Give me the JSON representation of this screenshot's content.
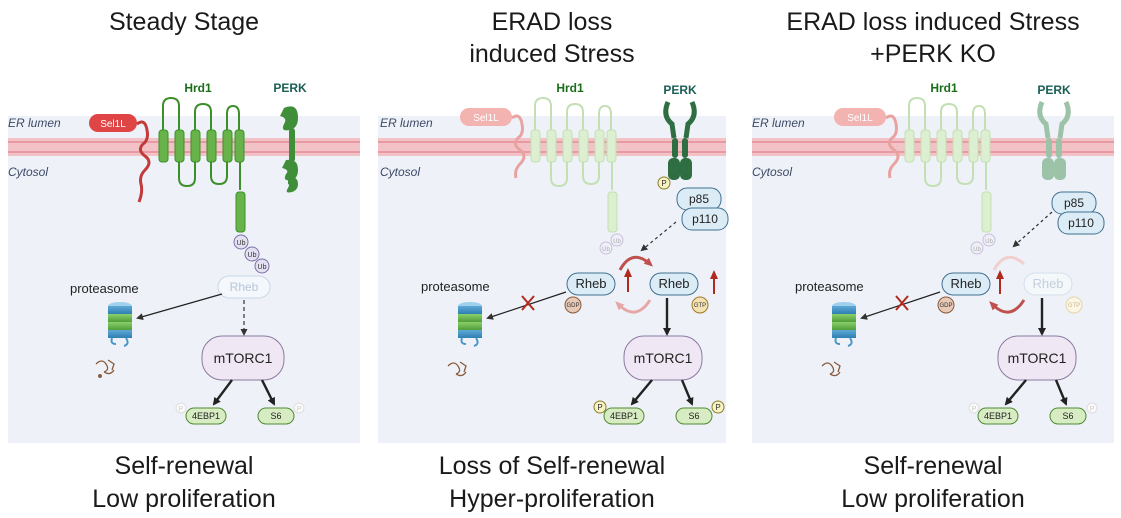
{
  "panels": [
    {
      "title_line1": "Steady Stage",
      "title_line2": "",
      "footer_line1": "Self-renewal",
      "footer_line2": "Low proliferation",
      "er_label": "ER lumen",
      "cytosol_label": "Cytosol",
      "sel1l_label": "Sel1L",
      "hrd1_label": "Hrd1",
      "perk_label": "PERK",
      "ub_label": "Ub",
      "rheb_label": "Rheb",
      "proteasome_label": "proteasome",
      "mtorc1_label": "mTORC1",
      "eb4_label": "4EBP1",
      "s6_label": "S6",
      "p_label": "P"
    },
    {
      "title_line1": "ERAD loss",
      "title_line2": "induced Stress",
      "footer_line1": "Loss of Self-renewal",
      "footer_line2": "Hyper-proliferation",
      "er_label": "ER lumen",
      "cytosol_label": "Cytosol",
      "sel1l_label": "Sel1L",
      "hrd1_label": "Hrd1",
      "perk_label": "PERK",
      "ub_label": "Ub",
      "p85_label": "p85",
      "p110_label": "p110",
      "rheb_gdp_label": "Rheb",
      "rheb_gtp_label": "Rheb",
      "gdp_label": "GDP",
      "gtp_label": "GTP",
      "proteasome_label": "proteasome",
      "mtorc1_label": "mTORC1",
      "eb4_label": "4EBP1",
      "s6_label": "S6",
      "p_label": "P"
    },
    {
      "title_line1": "ERAD loss induced Stress",
      "title_line2": "+PERK KO",
      "footer_line1": "Self-renewal",
      "footer_line2": "Low proliferation",
      "er_label": "ER lumen",
      "cytosol_label": "Cytosol",
      "sel1l_label": "Sel1L",
      "hrd1_label": "Hrd1",
      "perk_label": "PERK",
      "ub_label": "Ub",
      "p85_label": "p85",
      "p110_label": "p110",
      "rheb_gdp_label": "Rheb",
      "rheb_gtp_label": "Rheb",
      "gdp_label": "GDP",
      "gtp_label": "GTP",
      "proteasome_label": "proteasome",
      "mtorc1_label": "mTORC1",
      "eb4_label": "4EBP1",
      "s6_label": "S6",
      "p_label": "P"
    }
  ]
}
